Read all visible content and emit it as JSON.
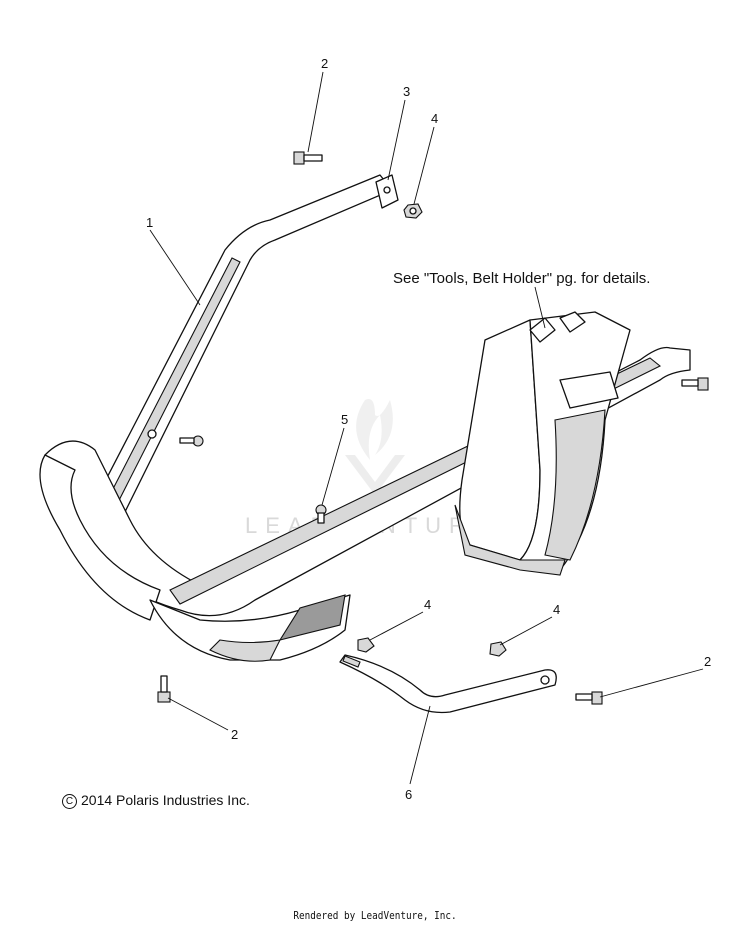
{
  "note_text": "See \"Tools, Belt Holder\" pg. for details.",
  "copyright_text": "2014 Polaris Industries Inc.",
  "copyright_symbol": "C",
  "rendered_by": "Rendered by LeadVenture, Inc.",
  "watermark_text": "LEADVENTURE",
  "callouts": {
    "c1": "1",
    "c2_top": "2",
    "c3": "3",
    "c4_top": "4",
    "c5": "5",
    "c4_mid_left": "4",
    "c4_mid_right": "4",
    "c2_right": "2",
    "c2_bottom_left": "2",
    "c6": "6"
  },
  "colors": {
    "line": "#111111",
    "watermark": "#d9d9d9",
    "shade": "#d8d8d8"
  }
}
